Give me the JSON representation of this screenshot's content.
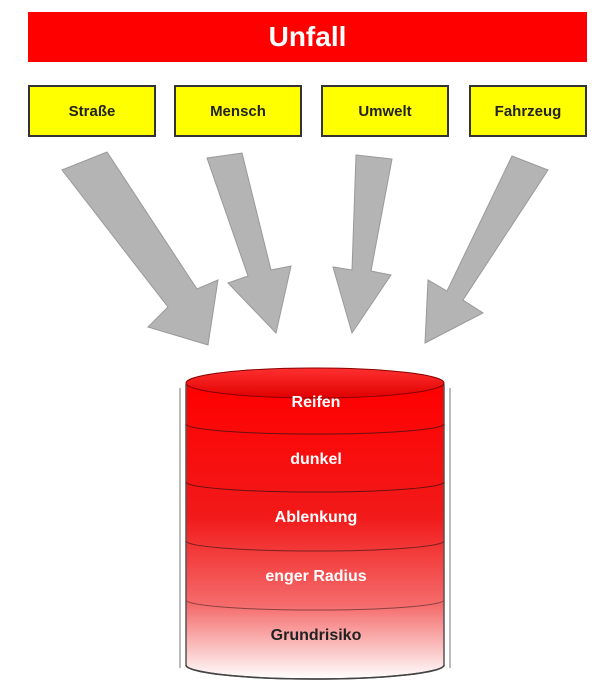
{
  "title": "Unfall",
  "factors": [
    "Straße",
    "Mensch",
    "Umwelt",
    "Fahrzeug"
  ],
  "layers": [
    "Reifen",
    "dunkel",
    "Ablenkung",
    "enger Radius",
    "Grundrisiko"
  ],
  "colors": {
    "banner": "#ff0000",
    "factor_box": "#ffff00",
    "arrow": "#b4b4b4",
    "cylinder_top": "#ff0000",
    "cylinder_bottom": "#ffffff"
  },
  "icons": [
    "arrow-down-right",
    "arrow-down",
    "arrow-down",
    "arrow-down-left"
  ]
}
